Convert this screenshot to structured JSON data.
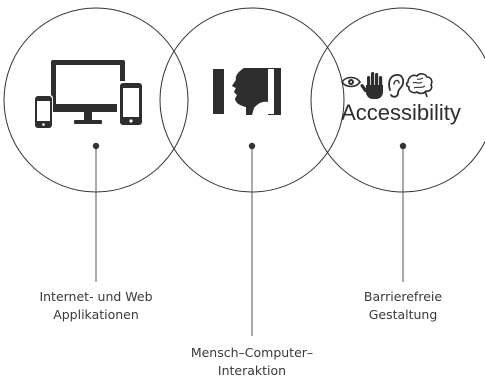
{
  "circles": [
    {
      "id": "web",
      "icon": "devices-icon",
      "caption_lines": [
        "Internet- und Web",
        "Applikationen"
      ]
    },
    {
      "id": "hci",
      "icon": "face-profile-mirror-icon",
      "caption_lines": [
        "Mensch–Computer–",
        "Interaktion"
      ]
    },
    {
      "id": "accessibility",
      "icon": "senses-icons",
      "label": "Accessibility",
      "caption_lines": [
        "Barrierefreie",
        "Gestaltung"
      ]
    }
  ],
  "colors": {
    "stroke": "#333333",
    "icon": "#2e2e2e",
    "connector": "#555555",
    "caption": "#3a3a3a"
  }
}
